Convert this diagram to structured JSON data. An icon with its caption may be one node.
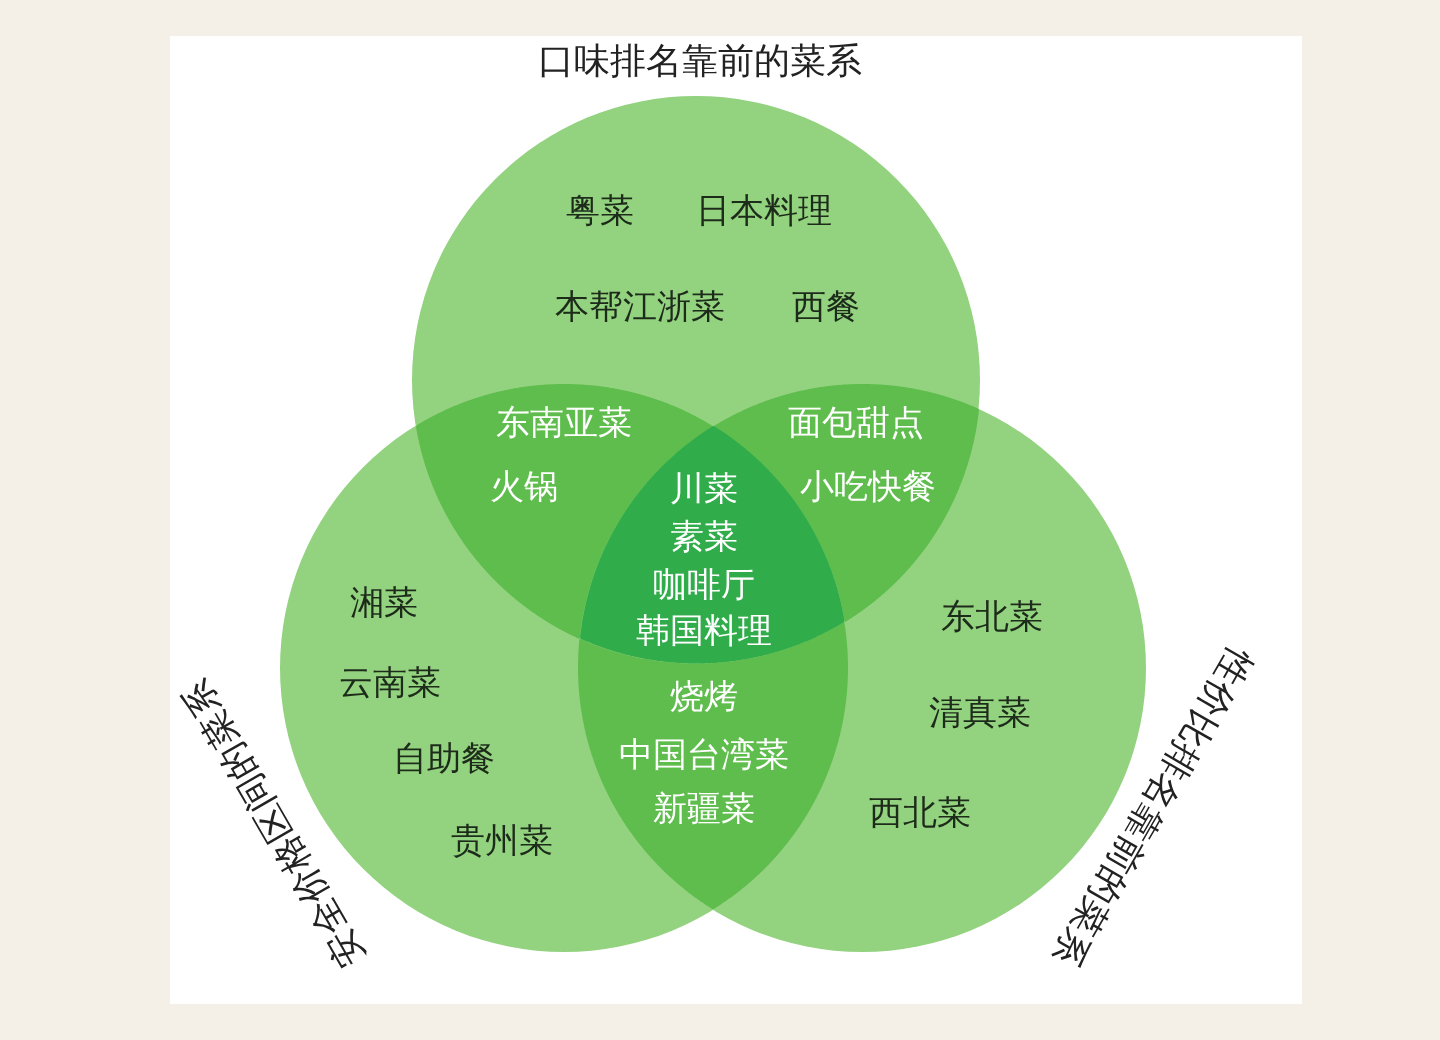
{
  "diagram": {
    "nodes": [
      {
        "text": [
          "口味排名靠前的菜系",
          "粤菜",
          "日本料理",
          "本帮江浙菜",
          "西餐"
        ]
      },
      {
        "text": [
          "东南亚菜",
          "火锅"
        ]
      },
      {
        "text": [
          "面包甜点",
          "小吃快餐"
        ]
      },
      {
        "text": [
          "川菜",
          "素菜",
          "咖啡厅",
          "韩国料理"
        ]
      },
      {
        "text": [
          "安全价格区间的菜系",
          "湘菜",
          "云南菜",
          "自助餐",
          "贵州菜"
        ]
      },
      {
        "text": [
          "烧烤",
          "中国台湾菜",
          "新疆菜"
        ]
      },
      {
        "text": [
          "性价比排名靠前的菜系",
          "东北菜",
          "清真菜",
          "西北菜"
        ]
      }
    ]
  }
}
